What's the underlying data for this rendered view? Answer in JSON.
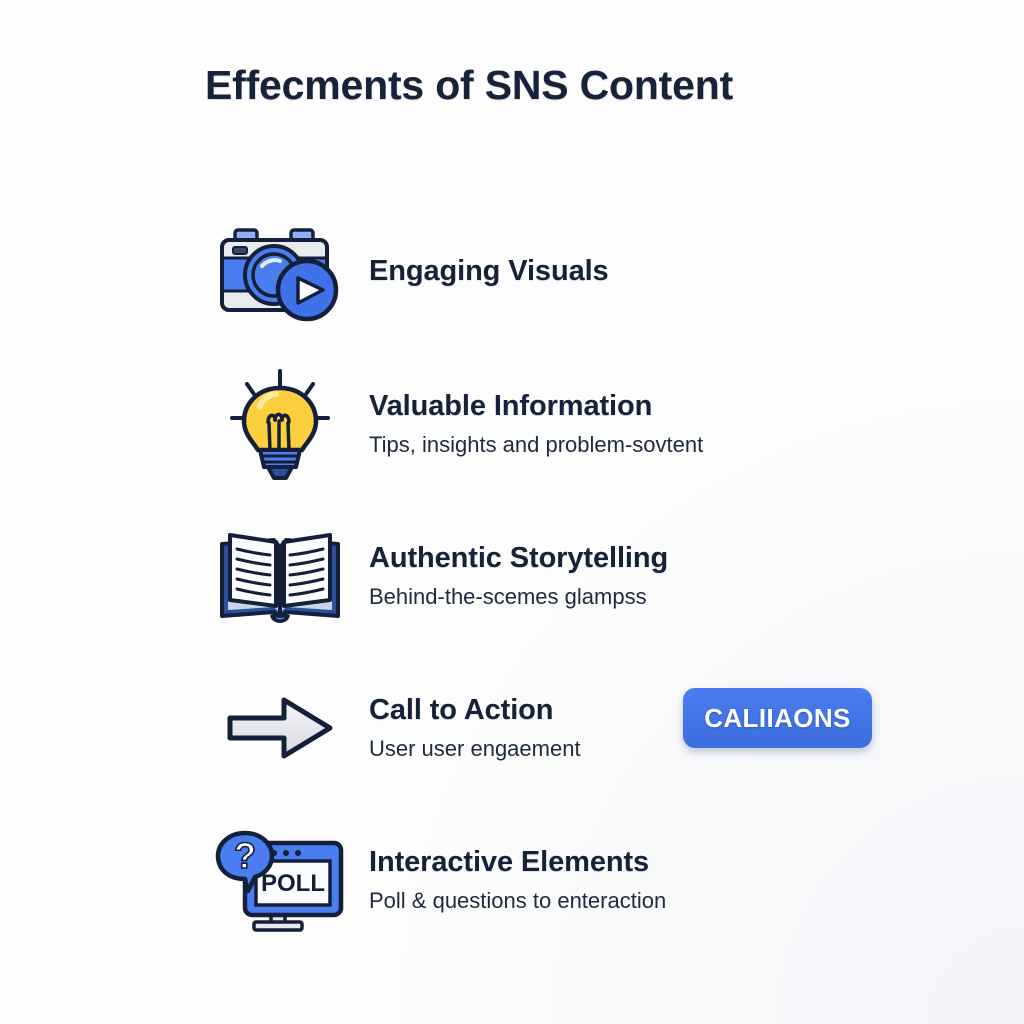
{
  "header": {
    "title": "Effecments of SNS Content"
  },
  "colors": {
    "background": "#fdfdfd",
    "title_text": "#17233a",
    "body_text": "#1e2a3d",
    "accent_blue": "#4a7def",
    "icon_blue": "#4a7def",
    "icon_dark_blue": "#2d4f9e",
    "icon_outline": "#14203a",
    "icon_yellow": "#fbcf3d",
    "icon_light": "#e8eaee"
  },
  "features": [
    {
      "icon": "camera-video-icon",
      "title": "Engaging Visuals",
      "subtitle": ""
    },
    {
      "icon": "lightbulb-icon",
      "title": "Valuable Information",
      "subtitle": "Tips, insights and problem-sovtent"
    },
    {
      "icon": "open-book-icon",
      "title": "Authentic Storytelling",
      "subtitle": "Behind-the-scemes glampss"
    },
    {
      "icon": "arrow-right-icon",
      "title": "Call to Action",
      "subtitle": "User user engaement"
    },
    {
      "icon": "poll-monitor-icon",
      "title": "Interactive Elements",
      "subtitle": "Poll & questions to enteraction"
    }
  ],
  "cta": {
    "label": "CALIIAONS"
  },
  "icon_text": {
    "poll_screen_label": "POLL",
    "question_mark": "?"
  }
}
